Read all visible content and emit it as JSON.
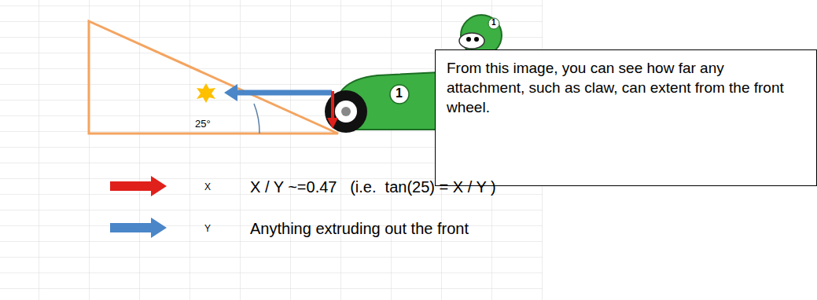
{
  "diagram": {
    "nodes": [
      {
        "text": [
          "From this image, you can see how far any attachment, such as claw, can extent from the front wheel."
        ]
      }
    ],
    "labels": [
      "25°",
      "1",
      "1",
      "X",
      "X / Y ~=0.47   (i.e.  tan(25) = X / Y )",
      "Y",
      "Anything extruding out the front"
    ]
  }
}
